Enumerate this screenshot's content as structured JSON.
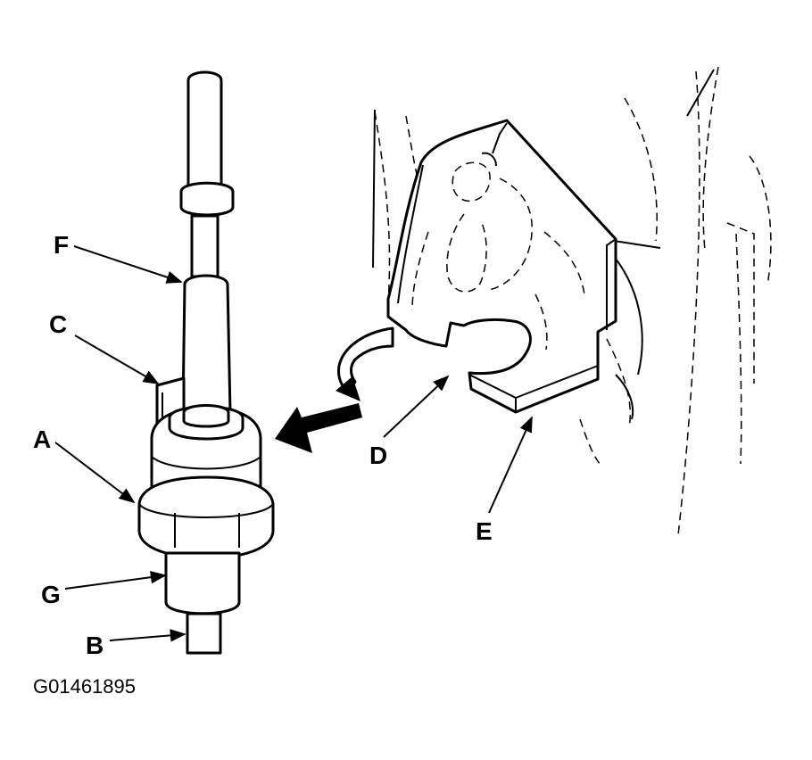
{
  "callouts": {
    "a": "A",
    "b": "B",
    "c": "C",
    "d": "D",
    "e": "E",
    "f": "F",
    "g": "G"
  },
  "figure_code": "G01461895"
}
